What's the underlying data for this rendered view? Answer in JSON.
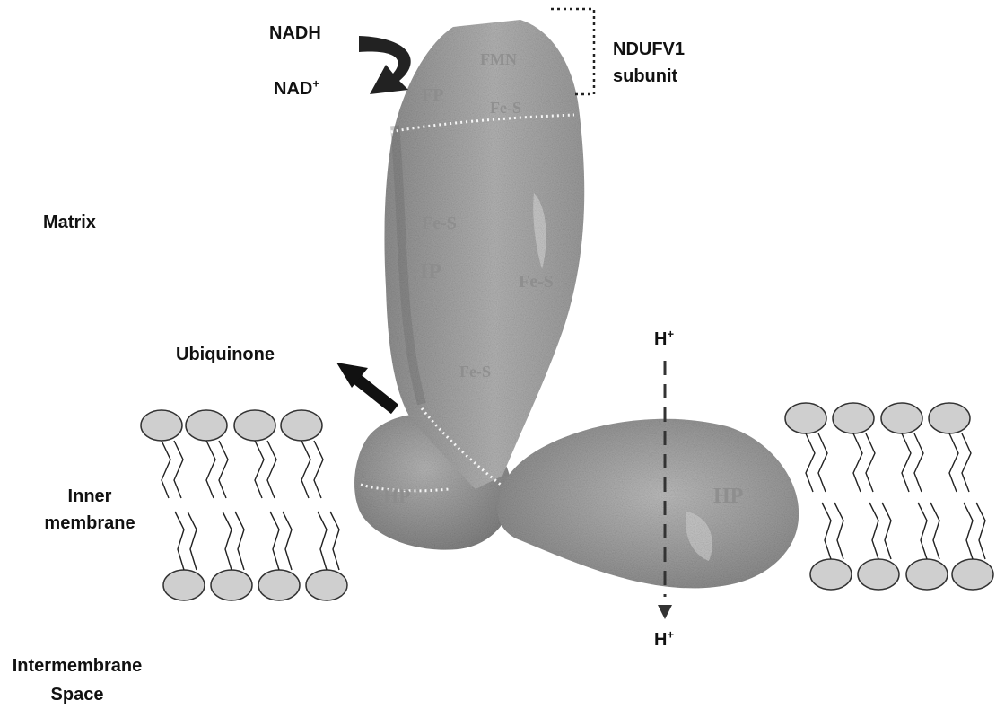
{
  "labels": {
    "nadh": "NADH",
    "nad_main": "NAD",
    "nad_sup": "+",
    "subunit_line1": "NDUFV1",
    "subunit_line2": "subunit",
    "matrix": "Matrix",
    "ubiquinone": "Ubiquinone",
    "h_plus_main": "H",
    "h_plus_sup": "+",
    "inner_line1": "Inner",
    "inner_line2": "membrane",
    "intermembrane_line1": "Intermembrane",
    "intermembrane_line2": "Space"
  },
  "protein_text": {
    "fmn": "FMN",
    "fp": "FP",
    "fes_top": "Fe-S",
    "fes_mid_left": "Fe-S",
    "ip": "IP",
    "fes_mid_right": "Fe-S",
    "fes_lower": "Fe-S",
    "hp_left": "HP",
    "hp_right": "HP"
  },
  "colors": {
    "protein_fill": "#a9a9a9",
    "protein_dark": "#7d7d7d",
    "lipid_head": "#cfcfcf",
    "arrow": "#222222",
    "text": "#111111"
  }
}
